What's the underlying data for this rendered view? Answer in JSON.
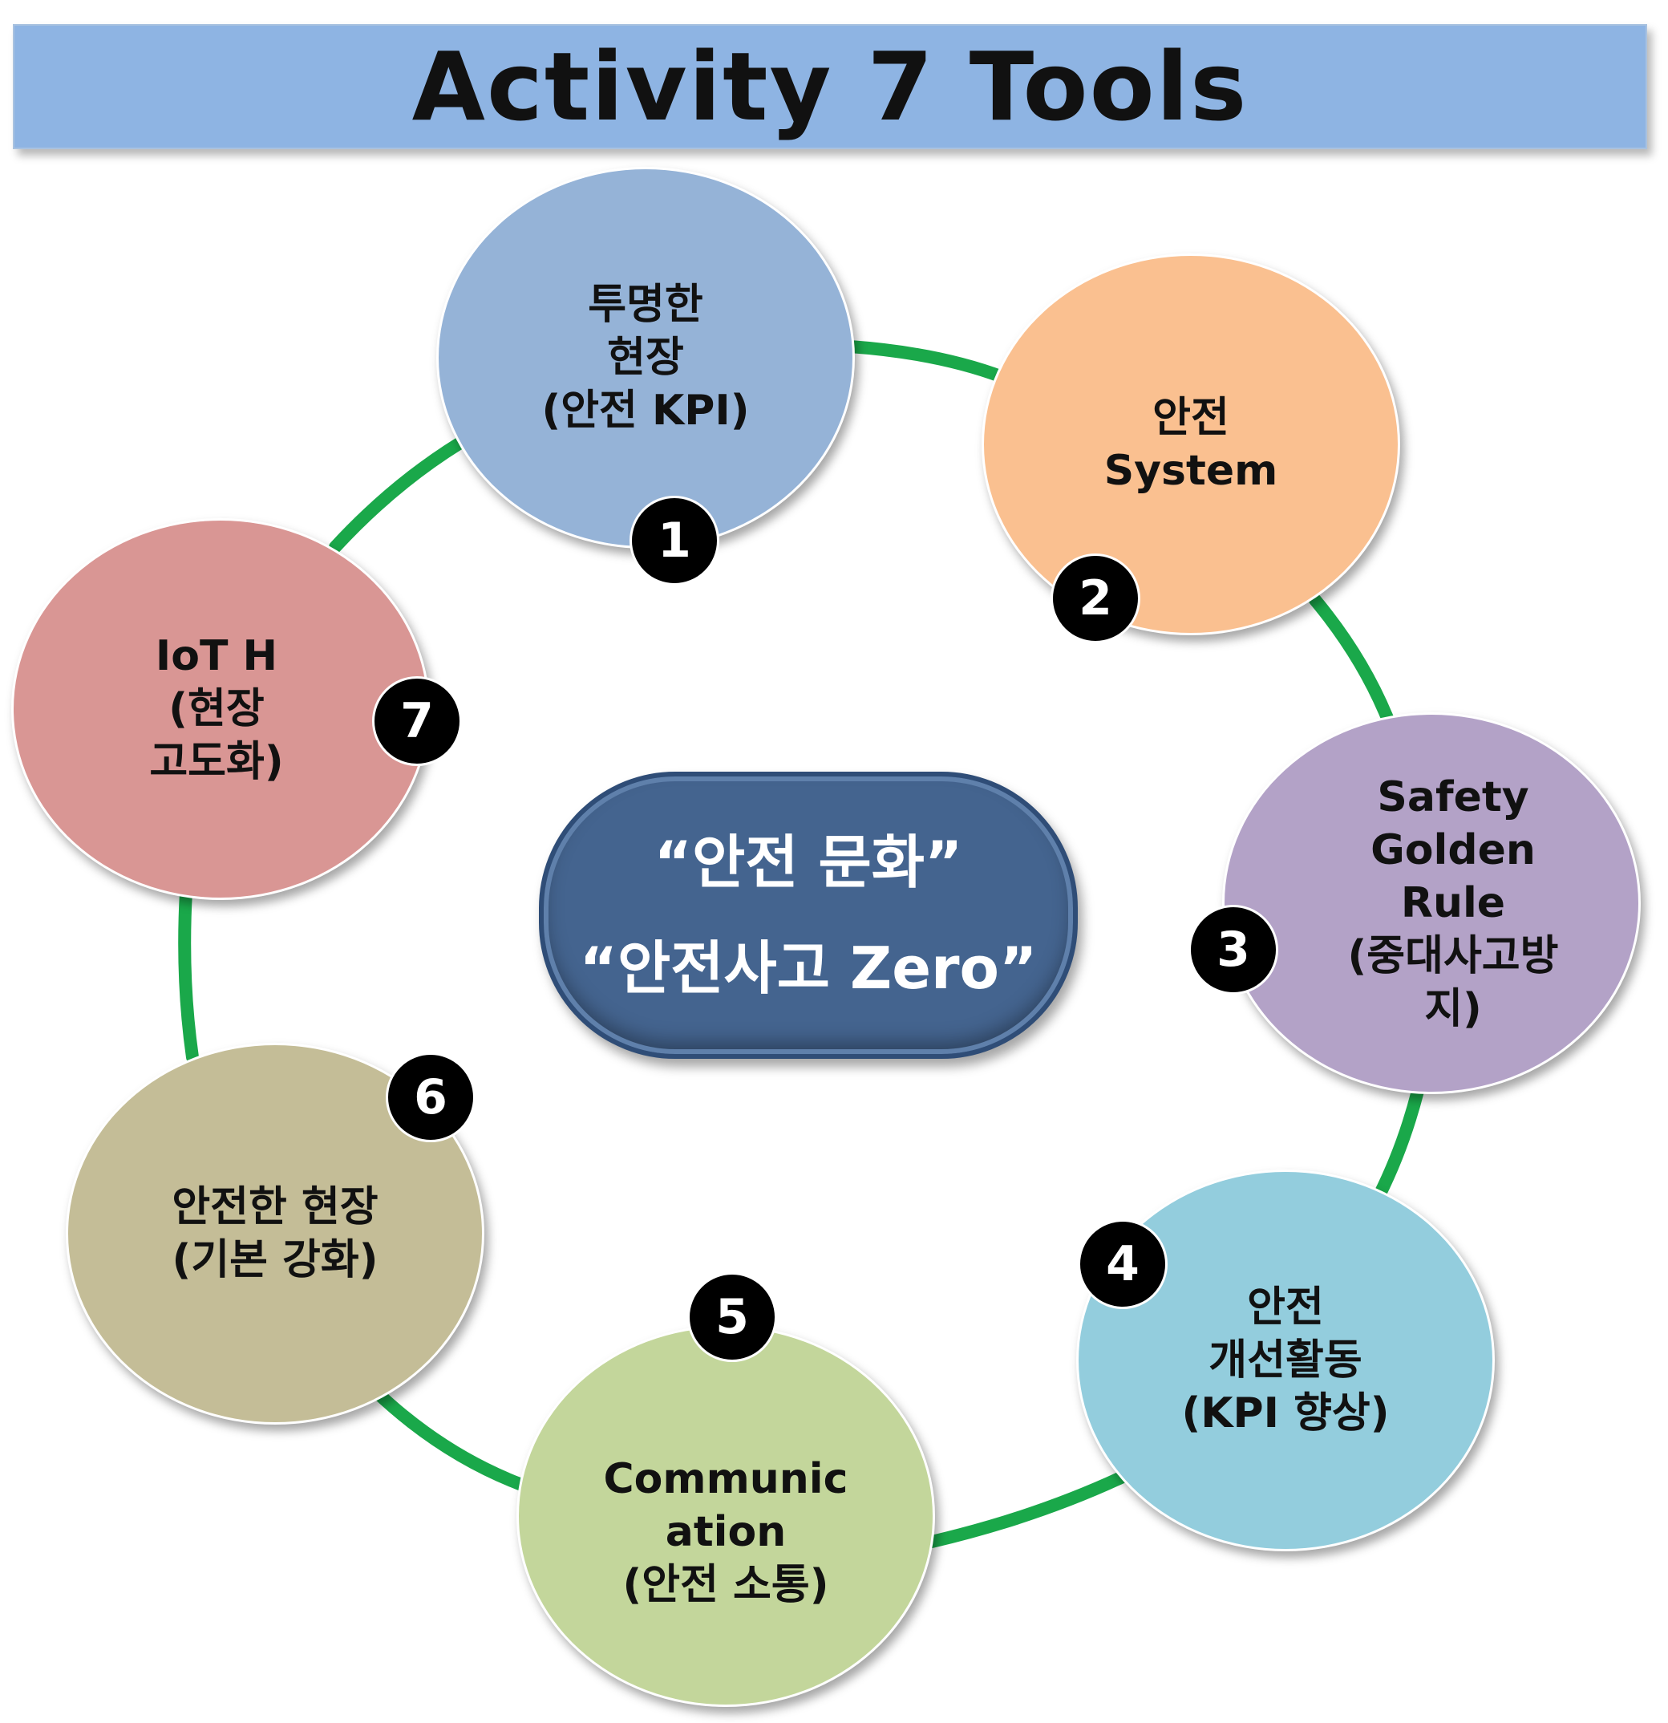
{
  "title": "Activity 7 Tools",
  "center": {
    "line1": "“안전 문화”",
    "line2": "“안전사고 Zero”"
  },
  "nodes": [
    {
      "number": "1",
      "label": "투명한\n현장\n(안전 KPI)",
      "color": "#95b3d7"
    },
    {
      "number": "2",
      "label": "안전\nSystem",
      "color": "#fac090"
    },
    {
      "number": "3",
      "label": "Safety\nGolden\nRule\n(중대사고방\n지)",
      "color": "#b3a2c7"
    },
    {
      "number": "4",
      "label": "안전\n개선활동\n(KPI 향상)",
      "color": "#93cddd"
    },
    {
      "number": "5",
      "label": "Communic\nation\n(안전 소통)",
      "color": "#c3d69b"
    },
    {
      "number": "6",
      "label": "안전한 현장\n(기본 강화)",
      "color": "#c4bd97"
    },
    {
      "number": "7",
      "label": "IoT H\n(현장\n고도화)",
      "color": "#d99694"
    }
  ],
  "colors": {
    "ring": "#1aa84a",
    "title_bar": "#8eb4e3",
    "center_box": "#44648f",
    "badge": "#000000"
  }
}
